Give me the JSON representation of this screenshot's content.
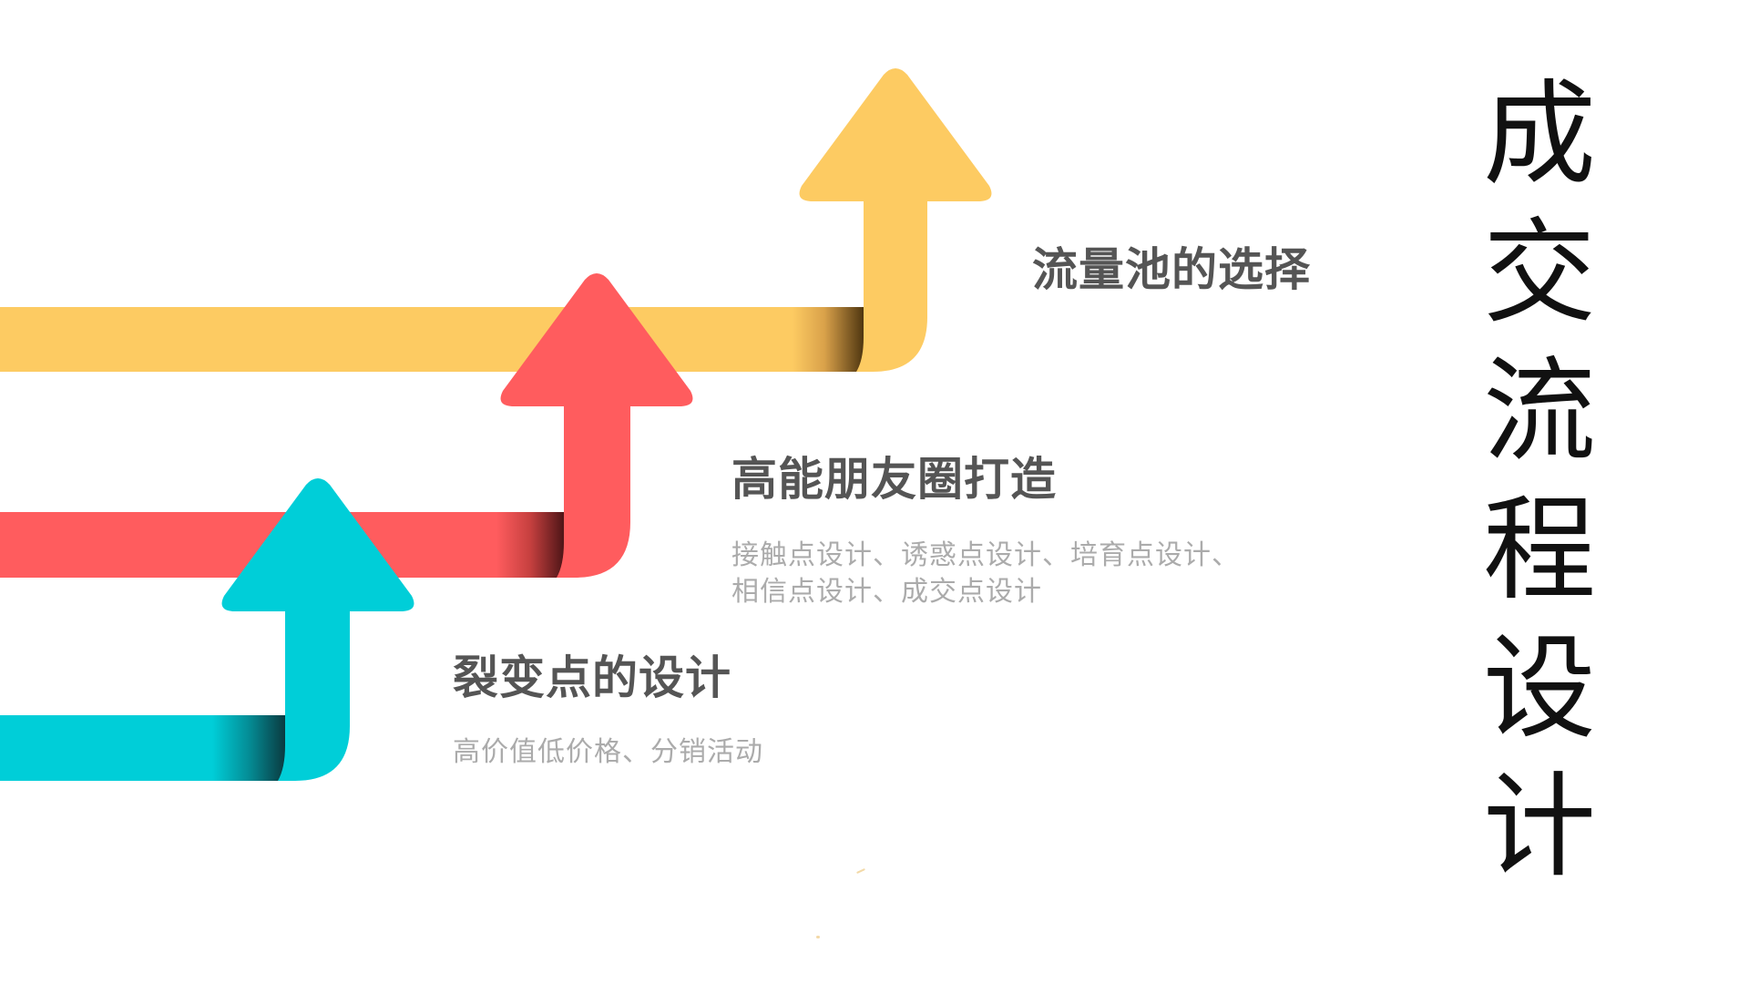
{
  "slide": {
    "main_title": {
      "text": "成交流程设计",
      "chars": [
        "成",
        "交",
        "流",
        "程",
        "设",
        "计"
      ]
    },
    "steps": [
      {
        "id": "step-3",
        "title": "流量池的选择",
        "description": "",
        "color": "#FDCB62",
        "fold_dark": "#5a3e10"
      },
      {
        "id": "step-2",
        "title": "高能朋友圈打造",
        "description_lines": [
          "接触点设计、诱惑点设计、培育点设计、",
          "相信点设计、成交点设计"
        ],
        "color": "#FF5C5E",
        "fold_dark": "#5a1518"
      },
      {
        "id": "step-1",
        "title": "裂变点的设计",
        "description_lines": [
          "高价值低价格、分销活动"
        ],
        "color": "#00CED8",
        "fold_dark": "#0b3a40"
      }
    ],
    "colors": {
      "title_text": "#555555",
      "desc_text": "#ABABAB",
      "main_title_text": "#111111",
      "background": "#FFFFFF"
    }
  }
}
